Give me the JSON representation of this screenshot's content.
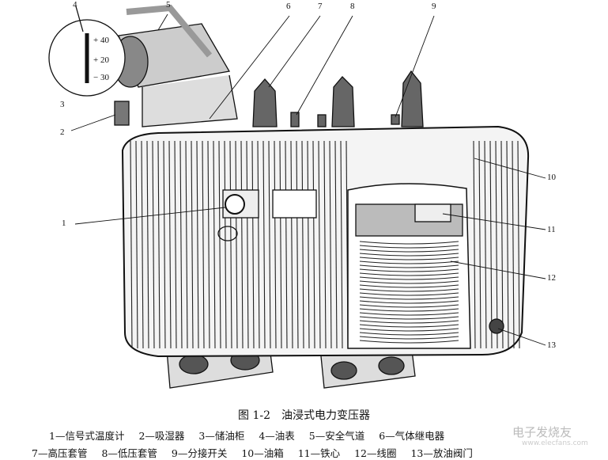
{
  "figure": {
    "title": "图 1-2　油浸式电力变压器",
    "callouts": [
      "1",
      "2",
      "3",
      "4",
      "5",
      "6",
      "7",
      "8",
      "9",
      "10",
      "11",
      "12",
      "13"
    ],
    "inset_scale": [
      "+ 40",
      "+ 20",
      "− 30"
    ],
    "legend_row1": [
      "1—信号式温度计",
      "2—吸湿器",
      "3—储油柜",
      "4—油表",
      "5—安全气道",
      "6—气体继电器"
    ],
    "legend_row2": [
      "7—高压套管",
      "8—低压套管",
      "9—分接开关",
      "10—油箱",
      "11—铁心",
      "12—线圈",
      "13—放油阀门"
    ]
  },
  "watermark": {
    "text": "电子发烧友",
    "url": "www.elecfans.com"
  }
}
